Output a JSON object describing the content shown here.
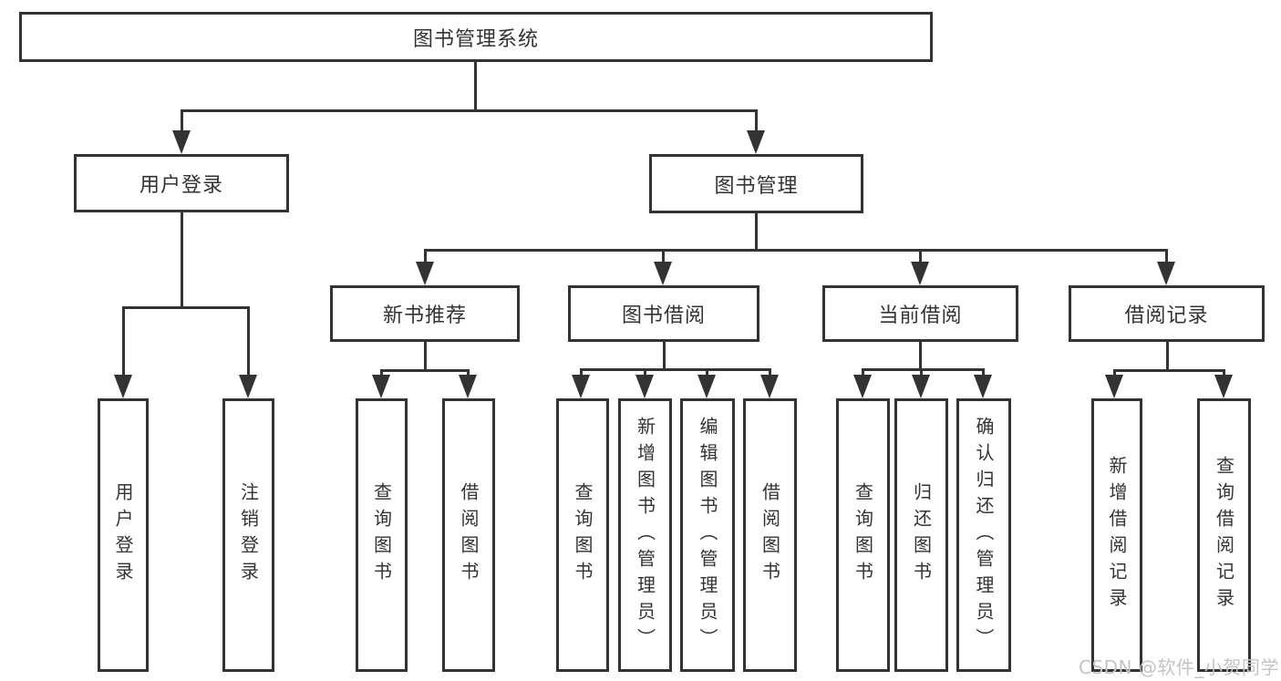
{
  "diagram": {
    "type": "hierarchy-tree",
    "colors": {
      "line": "#333333",
      "text": "#333333",
      "background": "#ffffff"
    },
    "tree": {
      "label": "图书管理系统",
      "children": [
        {
          "label": "用户登录",
          "children": [
            {
              "label": "用户登录"
            },
            {
              "label": "注销登录"
            }
          ]
        },
        {
          "label": "图书管理",
          "children": [
            {
              "label": "新书推荐",
              "children": [
                {
                  "label": "查询图书"
                },
                {
                  "label": "借阅图书"
                }
              ]
            },
            {
              "label": "图书借阅",
              "children": [
                {
                  "label": "查询图书"
                },
                {
                  "label": "新增图书（管理员）"
                },
                {
                  "label": "编辑图书（管理员）"
                },
                {
                  "label": "借阅图书"
                }
              ]
            },
            {
              "label": "当前借阅",
              "children": [
                {
                  "label": "查询图书"
                },
                {
                  "label": "归还图书"
                },
                {
                  "label": "确认归还（管理员）"
                }
              ]
            },
            {
              "label": "借阅记录",
              "children": [
                {
                  "label": "新增借阅记录"
                },
                {
                  "label": "查询借阅记录"
                }
              ]
            }
          ]
        }
      ]
    }
  },
  "watermark": {
    "text": "CSDN @软件_小贺同学",
    "color": "#c4c4c4"
  }
}
